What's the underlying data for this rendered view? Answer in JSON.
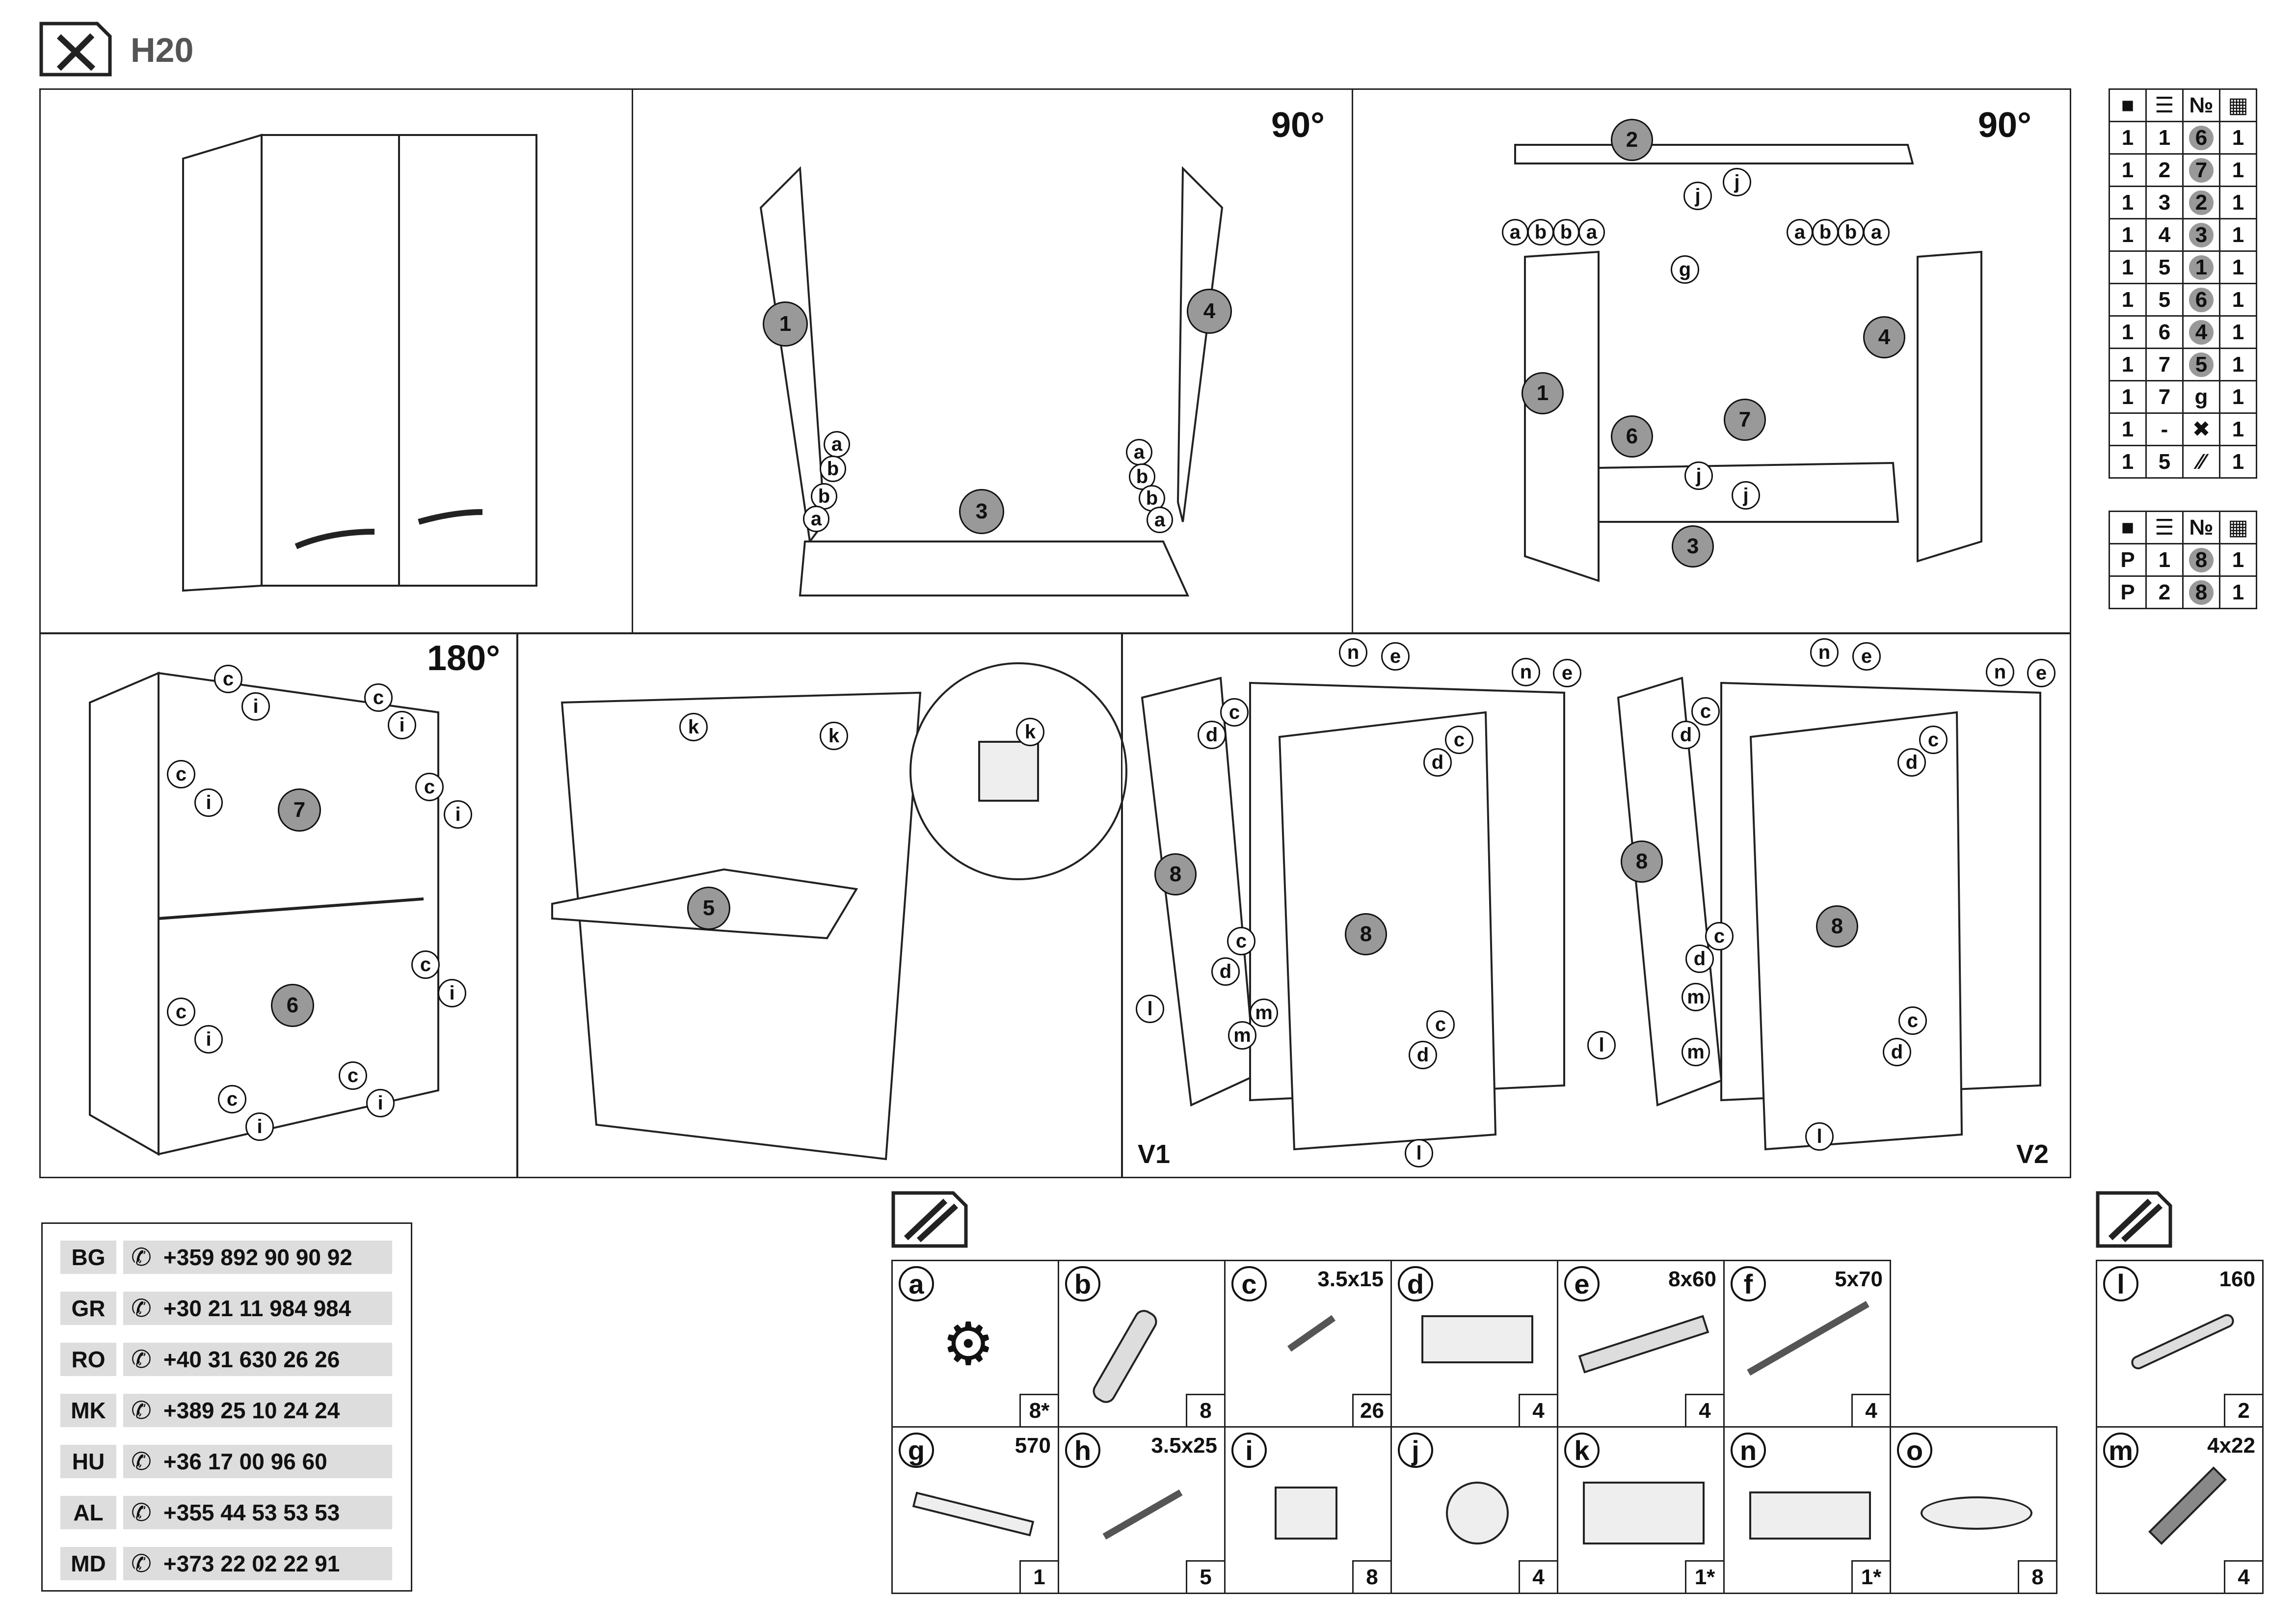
{
  "header": {
    "model": "H20",
    "tools_icon": "assembly-tools-icon"
  },
  "rotations": {
    "r1": "90°",
    "r2": "90°",
    "r3": "180°"
  },
  "variants": {
    "v1": "V1",
    "v2": "V2"
  },
  "step_labels": {
    "s2": [
      {
        "t": "1"
      },
      {
        "t": "4"
      },
      {
        "t": "3"
      },
      {
        "t": "a"
      },
      {
        "t": "b"
      },
      {
        "t": "b"
      },
      {
        "t": "a"
      },
      {
        "t": "a"
      },
      {
        "t": "b"
      },
      {
        "t": "b"
      },
      {
        "t": "a"
      }
    ],
    "s3": [
      {
        "t": "2"
      },
      {
        "t": "j"
      },
      {
        "t": "j"
      },
      {
        "t": "a"
      },
      {
        "t": "b"
      },
      {
        "t": "b"
      },
      {
        "t": "a"
      },
      {
        "t": "a"
      },
      {
        "t": "b"
      },
      {
        "t": "b"
      },
      {
        "t": "a"
      },
      {
        "t": "g"
      },
      {
        "t": "1"
      },
      {
        "t": "6"
      },
      {
        "t": "7"
      },
      {
        "t": "4"
      },
      {
        "t": "j"
      },
      {
        "t": "j"
      },
      {
        "t": "3"
      }
    ],
    "s4": [
      {
        "t": "c"
      },
      {
        "t": "i"
      },
      {
        "t": "c"
      },
      {
        "t": "i"
      },
      {
        "t": "c"
      },
      {
        "t": "i"
      },
      {
        "t": "c"
      },
      {
        "t": "i"
      },
      {
        "t": "7"
      },
      {
        "t": "6"
      },
      {
        "t": "c"
      },
      {
        "t": "i"
      },
      {
        "t": "c"
      },
      {
        "t": "i"
      },
      {
        "t": "c"
      },
      {
        "t": "i"
      },
      {
        "t": "c"
      },
      {
        "t": "i"
      }
    ],
    "s5": [
      {
        "t": "k"
      },
      {
        "t": "k"
      },
      {
        "t": "k"
      },
      {
        "t": "5"
      }
    ],
    "s6": [
      {
        "t": "n"
      },
      {
        "t": "e"
      },
      {
        "t": "n"
      },
      {
        "t": "e"
      },
      {
        "t": "c"
      },
      {
        "t": "d"
      },
      {
        "t": "c"
      },
      {
        "t": "d"
      },
      {
        "t": "8"
      },
      {
        "t": "8"
      },
      {
        "t": "c"
      },
      {
        "t": "d"
      },
      {
        "t": "m"
      },
      {
        "t": "m"
      },
      {
        "t": "l"
      },
      {
        "t": "c"
      },
      {
        "t": "d"
      },
      {
        "t": "l"
      },
      {
        "t": "n"
      },
      {
        "t": "e"
      },
      {
        "t": "n"
      },
      {
        "t": "e"
      },
      {
        "t": "c"
      },
      {
        "t": "d"
      },
      {
        "t": "c"
      },
      {
        "t": "d"
      },
      {
        "t": "8"
      },
      {
        "t": "8"
      },
      {
        "t": "c"
      },
      {
        "t": "d"
      },
      {
        "t": "m"
      },
      {
        "t": "m"
      },
      {
        "t": "l"
      },
      {
        "t": "c"
      },
      {
        "t": "d"
      },
      {
        "t": "l"
      }
    ]
  },
  "parts_table": {
    "headers": [
      "box-icon",
      "stack-icon",
      "№",
      "count-icon"
    ],
    "rows": [
      [
        "1",
        "1",
        "6",
        "1"
      ],
      [
        "1",
        "2",
        "7",
        "1"
      ],
      [
        "1",
        "3",
        "2",
        "1"
      ],
      [
        "1",
        "4",
        "3",
        "1"
      ],
      [
        "1",
        "5",
        "1",
        "1"
      ],
      [
        "1",
        "5",
        "6",
        "1"
      ],
      [
        "1",
        "6",
        "4",
        "1"
      ],
      [
        "1",
        "7",
        "5",
        "1"
      ],
      [
        "1",
        "7",
        "g",
        "1"
      ],
      [
        "1",
        "-",
        "tools",
        "1"
      ],
      [
        "1",
        "5",
        "hardware",
        "1"
      ]
    ]
  },
  "packages_table": {
    "headers": [
      "box-icon",
      "stack-icon",
      "№",
      "count-icon"
    ],
    "rows": [
      [
        "P",
        "1",
        "8",
        "1"
      ],
      [
        "P",
        "2",
        "8",
        "1"
      ]
    ]
  },
  "contacts": [
    {
      "code": "BG",
      "phone": "+359 892 90 90 92"
    },
    {
      "code": "GR",
      "phone": "+30 21 11 984 984"
    },
    {
      "code": "RO",
      "phone": "+40 31 630 26 26"
    },
    {
      "code": "MK",
      "phone": "+389 25 10 24 24"
    },
    {
      "code": "HU",
      "phone": "+36 17 00 96 60"
    },
    {
      "code": "AL",
      "phone": "+355 44 53 53 53"
    },
    {
      "code": "MD",
      "phone": "+373 22 02 22 91"
    }
  ],
  "hardware": [
    {
      "letter": "a",
      "size": "",
      "count": "8*"
    },
    {
      "letter": "b",
      "size": "",
      "count": "8"
    },
    {
      "letter": "c",
      "size": "3.5x15",
      "count": "26"
    },
    {
      "letter": "d",
      "size": "",
      "count": "4"
    },
    {
      "letter": "e",
      "size": "8x60",
      "count": "4"
    },
    {
      "letter": "f",
      "size": "5x70",
      "count": "4"
    },
    {
      "letter": "g",
      "size": "570",
      "count": "1"
    },
    {
      "letter": "h",
      "size": "3.5x25",
      "count": "5"
    },
    {
      "letter": "i",
      "size": "",
      "count": "8"
    },
    {
      "letter": "j",
      "size": "",
      "count": "4"
    },
    {
      "letter": "k",
      "size": "",
      "count": "1*"
    },
    {
      "letter": "n",
      "size": "",
      "count": "1*"
    },
    {
      "letter": "o",
      "size": "",
      "count": "8"
    }
  ],
  "hardware_extra": [
    {
      "letter": "l",
      "size": "160",
      "count": "2"
    },
    {
      "letter": "m",
      "size": "4x22",
      "count": "4"
    }
  ]
}
